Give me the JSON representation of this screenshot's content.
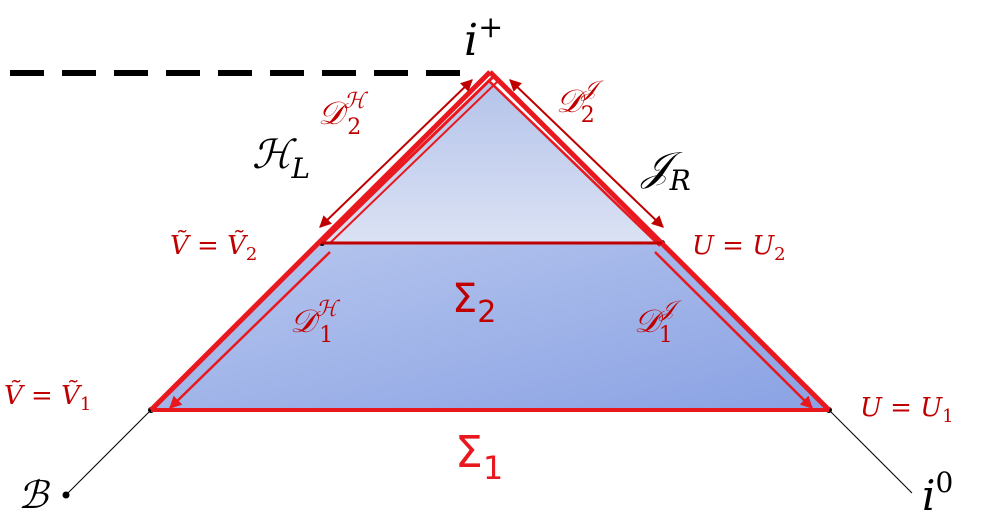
{
  "labels": {
    "i_plus": "i",
    "i_plus_sup": "+",
    "horizon_left": "ℋ",
    "horizon_left_sub": "L",
    "scri_right": "𝒥",
    "scri_right_sub": "R",
    "v_tilde_2": "Ṽ = Ṽ",
    "v_tilde_2_sub": "2",
    "v_tilde_1": "Ṽ = Ṽ",
    "v_tilde_1_sub": "1",
    "u_2": "U = U",
    "u_2_sub": "2",
    "u_1": "U = U",
    "u_1_sub": "1",
    "sigma_2": "Σ",
    "sigma_2_sub": "2",
    "sigma_1": "Σ",
    "sigma_1_sub": "1",
    "d1h": "𝒟",
    "d1h_sup": "ℋ",
    "d1h_sub": "1",
    "d1j": "𝒟",
    "d1j_sup": "𝒥",
    "d1j_sub": "1",
    "d2h": "𝒟",
    "d2h_sup": "ℋ",
    "d2h_sub": "2",
    "d2j": "𝒟",
    "d2j_sup": "𝒥",
    "d2j_sub": "2",
    "bifurcation": "ℬ",
    "i_zero": "i",
    "i_zero_sup": "0"
  },
  "colors": {
    "boundary_red": "#e8181e",
    "label_red": "#c00000",
    "fill_top": "#d5ddf2",
    "fill_bottom": "#8ea6e6",
    "black": "#000000"
  }
}
